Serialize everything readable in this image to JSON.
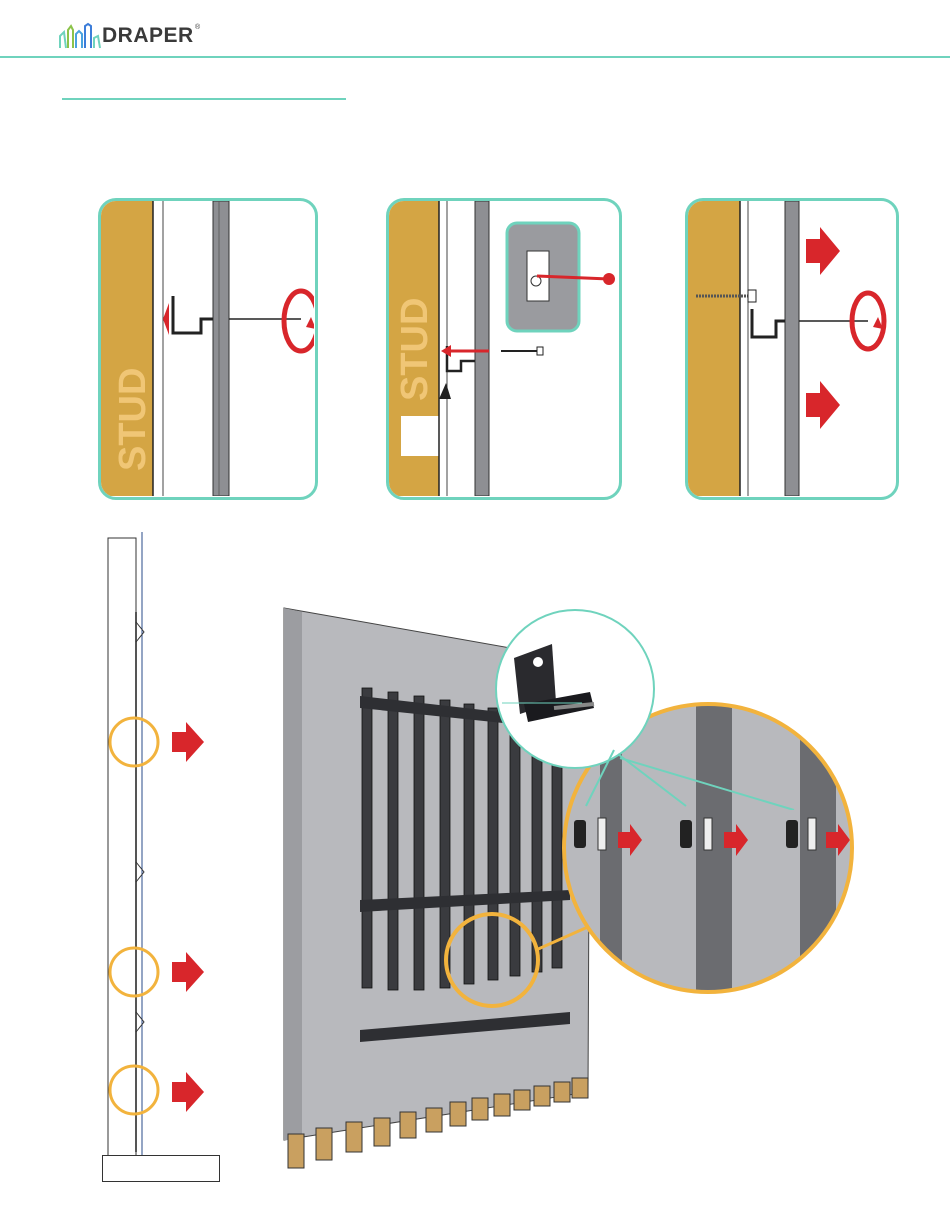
{
  "header": {
    "logo_text": "DRAPER",
    "logo_mark": "®"
  },
  "panels": [
    {
      "stud_label": "STUD"
    },
    {
      "stud_label": "STUD"
    },
    {
      "stud_label": ""
    }
  ],
  "colors": {
    "accent_teal": "#6fd3bd",
    "stud_wood": "#d4a544",
    "arrow_red": "#d8262b",
    "highlight_orange": "#f2b33d",
    "wall_gray": "#b8b9bd"
  }
}
